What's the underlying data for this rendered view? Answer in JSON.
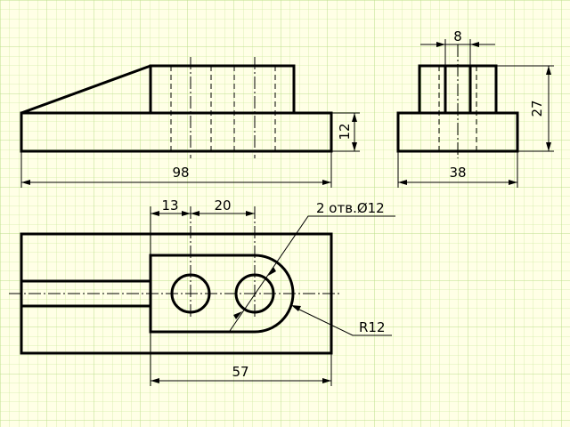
{
  "drawing": {
    "colors": {
      "paper": "#ffffe6",
      "grid": "#c8e69b",
      "line": "#000000"
    },
    "dimensions": {
      "front_height": "12",
      "front_length": "98",
      "side_slot_width": "8",
      "side_height": "27",
      "side_width": "38",
      "plan_hole_offset": "13",
      "plan_hole_spacing": "20",
      "plan_holes_note": "2 отв.Ø12",
      "plan_radius": "R12",
      "plan_slot_length": "57"
    }
  }
}
